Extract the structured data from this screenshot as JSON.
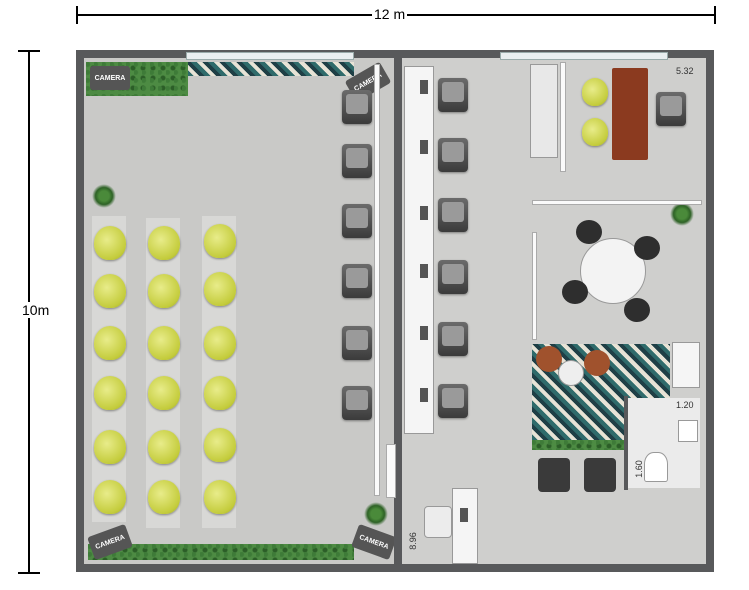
{
  "dimensions": {
    "width_label": "12 m",
    "height_label": "10m"
  },
  "rooms": {
    "office_area": "5.32",
    "bathroom_area": "1.20",
    "bathroom_depth": "1.60",
    "reception_area": "8.96"
  },
  "cameras": {
    "top_left": "CAMERA",
    "top_right": "CAMERA",
    "bottom_left": "CAMERA",
    "bottom_right": "CAMERA"
  },
  "colors": {
    "wall": "#58595b",
    "floor": "#c9c9c7",
    "chair_yellow": "#c4cc3c",
    "desk_wood": "#8b3a1f"
  }
}
